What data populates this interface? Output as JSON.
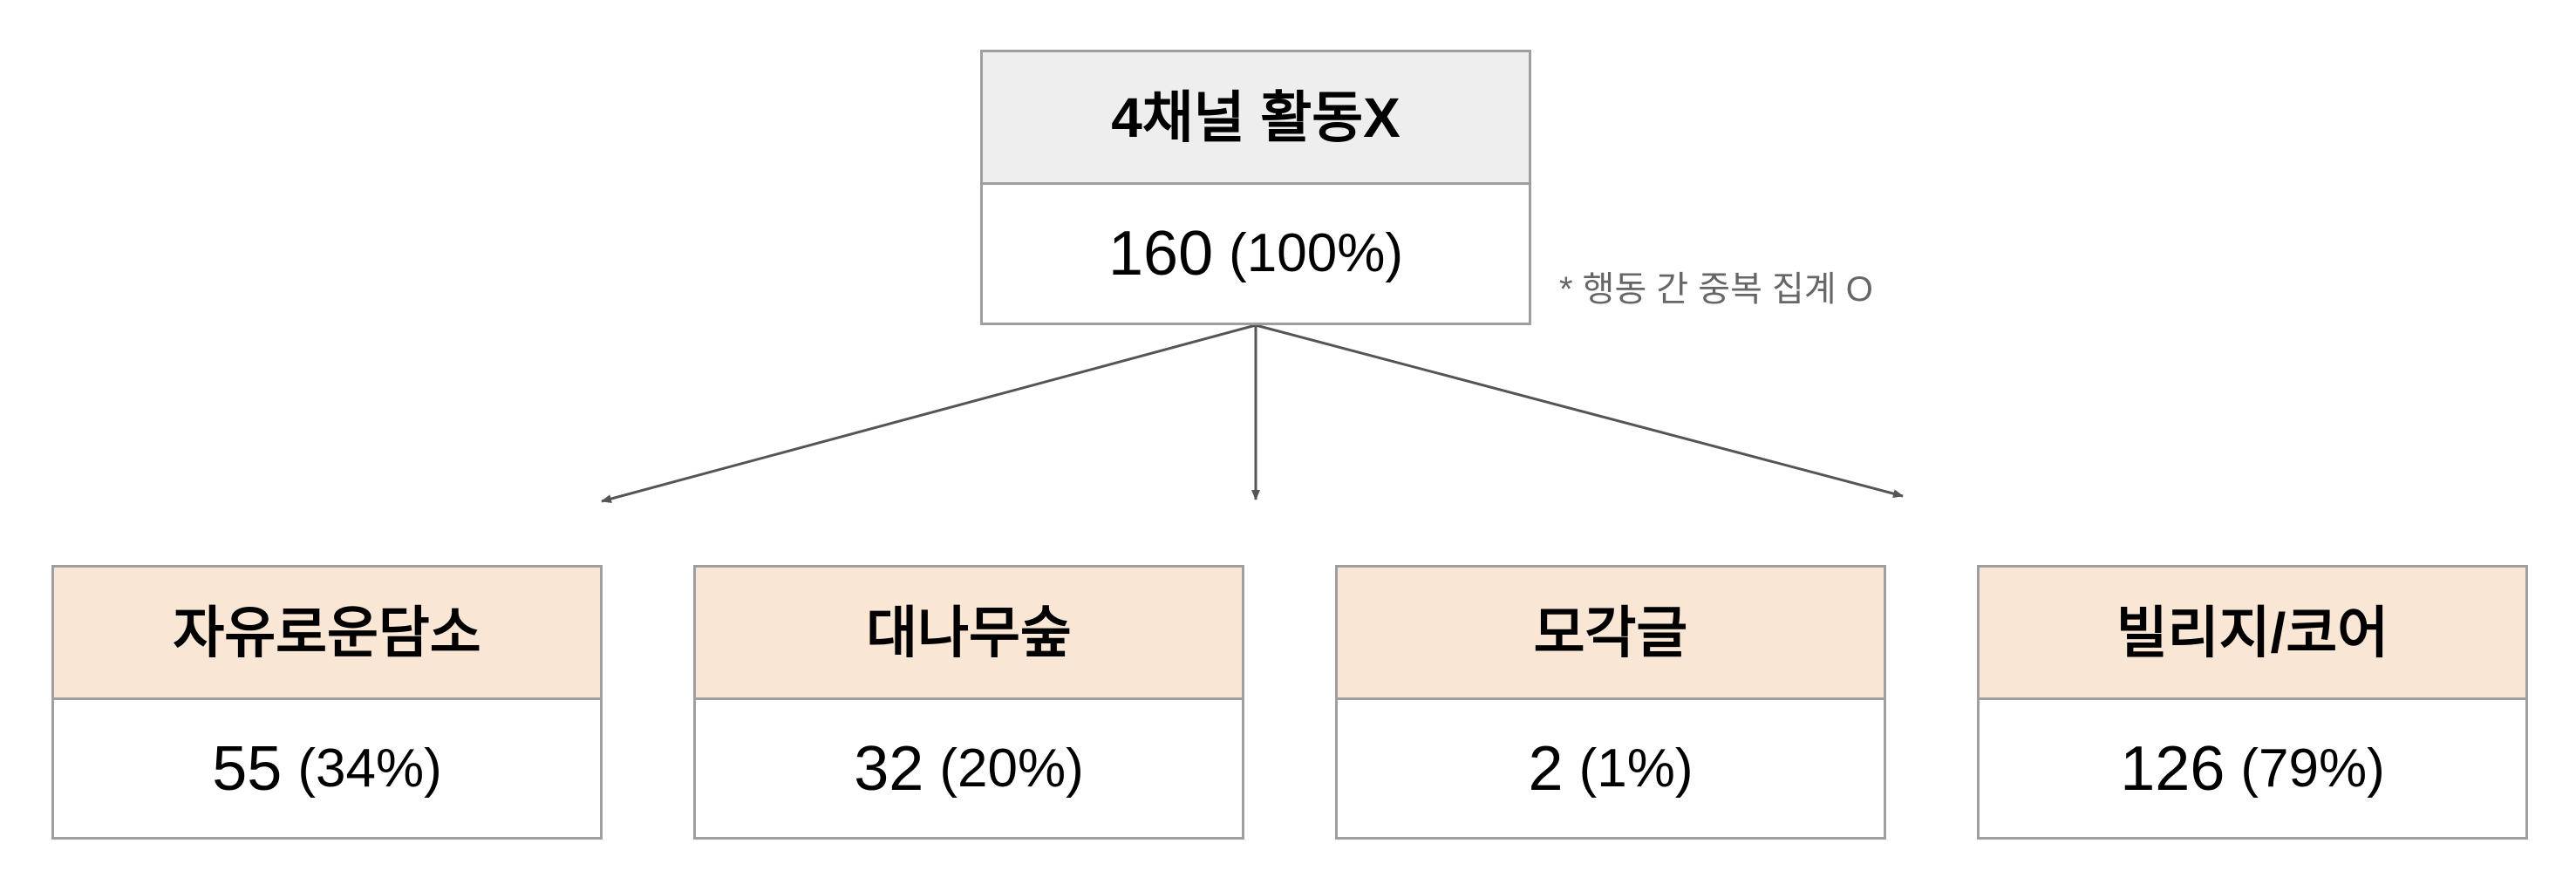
{
  "colors": {
    "root_header_bg": "#eeeeee",
    "child_header_bg": "#f9e6d4",
    "border": "#9e9e9e",
    "arrow": "#555555",
    "note_text": "#666666"
  },
  "root": {
    "title": "4채널 활동X",
    "count": "160",
    "percent": "(100%)"
  },
  "note": "* 행동 간 중복 집계 O",
  "children": [
    {
      "title": "자유로운담소",
      "count": "55",
      "percent": "(34%)"
    },
    {
      "title": "대나무숲",
      "count": "32",
      "percent": "(20%)"
    },
    {
      "title": "모각글",
      "count": "2",
      "percent": "(1%)"
    },
    {
      "title": "빌리지/코어",
      "count": "126",
      "percent": "(79%)"
    }
  ]
}
